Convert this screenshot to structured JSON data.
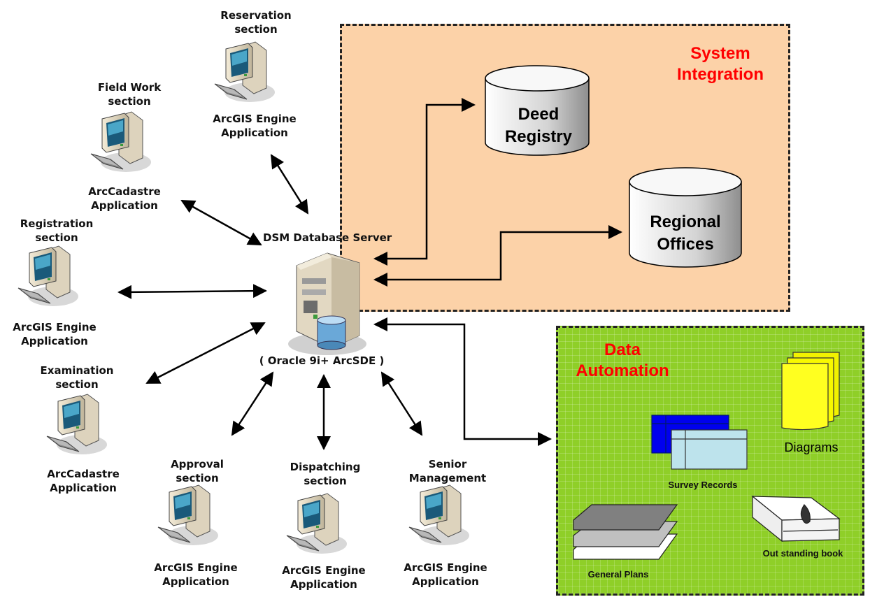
{
  "server": {
    "name": "DSM Database Server",
    "db": "( Oracle 9i+ ArcSDE )"
  },
  "regions": {
    "integration": {
      "title_line1": "System",
      "title_line2": "Integration"
    },
    "automation": {
      "title_line1": "Data",
      "title_line2": "Automation"
    }
  },
  "databases": [
    {
      "line1": "Deed",
      "line2": "Registry"
    },
    {
      "line1": "Regional",
      "line2": "Offices"
    }
  ],
  "workstations": [
    {
      "section1": "Reservation",
      "section2": "section",
      "app1": "ArcGIS Engine",
      "app2": "Application"
    },
    {
      "section1": "Field Work",
      "section2": "section",
      "app1": "ArcCadastre",
      "app2": "Application"
    },
    {
      "section1": "Registration",
      "section2": "section",
      "app1": "ArcGIS Engine",
      "app2": "Application"
    },
    {
      "section1": "Examination",
      "section2": "section",
      "app1": "ArcCadastre",
      "app2": "Application"
    },
    {
      "section1": "Approval",
      "section2": "section",
      "app1": "ArcGIS Engine",
      "app2": "Application"
    },
    {
      "section1": "Dispatching",
      "section2": "section",
      "app1": "ArcGIS Engine",
      "app2": "Application"
    },
    {
      "section1": "Senior",
      "section2": "Management",
      "app1": "ArcGIS Engine",
      "app2": "Application"
    }
  ],
  "automation_items": {
    "diagrams": "Diagrams",
    "survey": "Survey Records",
    "book": "Out standing book",
    "plans": "General Plans"
  },
  "colors": {
    "integration_fill": "#fcd2a8",
    "automation_fill": "#8fcf28",
    "title_red": "#ff0000"
  }
}
